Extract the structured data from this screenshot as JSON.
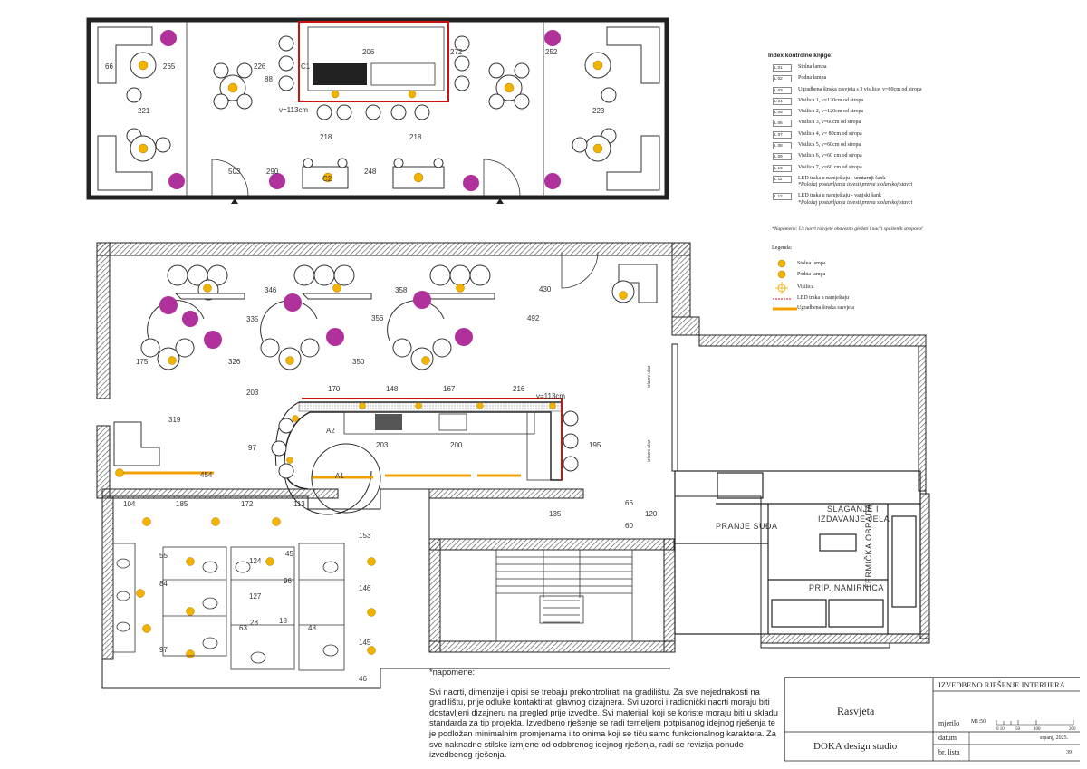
{
  "index": {
    "title": "Index kontrolne knjige:",
    "items": [
      {
        "code": "L 01",
        "text": "Stolna lampa"
      },
      {
        "code": "L 02",
        "text": "Podna lampa"
      },
      {
        "code": "L 03",
        "text": "Ugradbena šinska rasvjeta s 3 visilice, v=80cm od stropa"
      },
      {
        "code": "L 04",
        "text": "Visilica 1, v=120cm od stropa"
      },
      {
        "code": "L 05",
        "text": "Visilica 2, v=120cm od stropa"
      },
      {
        "code": "L 06",
        "text": "Visilica 3, v=60cm od stropa"
      },
      {
        "code": "L 07",
        "text": "Visilica 4, v= 80cm od stropa"
      },
      {
        "code": "L 08",
        "text": "Visilica 5, v=60cm od stropa"
      },
      {
        "code": "L 09",
        "text": "Visilica 6, v=60 cm od stropa"
      },
      {
        "code": "L 10",
        "text": "Visilica 7, v=60 cm od stropa"
      },
      {
        "code": "L 11",
        "text": "LED traka u namještaju - unutarnji šank",
        "note": "*Položaj postavljanja izvesti prema stolarskoj stavci"
      },
      {
        "code": "L 12",
        "text": "LED traka u namještaju - vanjski šank",
        "note": "*Položaj postavljanja izvesti prema stolarskoj stavci"
      }
    ],
    "napomena": "*Napomena: Uz nacrt rasvjete obavezno gledati i nacrt spuštenih stropova!"
  },
  "legend": {
    "title": "Legenda:",
    "items": [
      {
        "label": "Stolna lampa",
        "symbol": "table-lamp"
      },
      {
        "label": "Podna lampa",
        "symbol": "floor-lamp"
      },
      {
        "label": "Visilica",
        "symbol": "pendant"
      },
      {
        "label": "LED traka u namještaju",
        "symbol": "led-strip"
      },
      {
        "label": "Ugradbena šinska rasvjeta",
        "symbol": "track-light"
      }
    ]
  },
  "notes": {
    "title": "*napomene:",
    "body": "Svi nacrti, dimenzije i opisi se trebaju prekontrolirati na gradilištu. Za sve nejednakosti na gradilištu, prije odluke kontaktirati glavnog dizajnera. Svi uzorci i radionički nacrti moraju biti dostavljeni dizajneru na pregled prije izvedbe. Svi materijali koji se koriste moraju biti u skladu standarda za tip projekta. Izvedbeno rješenje se radi temeljem potpisanog idejnog rješenja te je podložan minimalnim promjenama i to onima koji se tiču samo funkcionalnog karaktera. Za sve naknadne stilske izmjene od odobrenog idejnog rješenja, radi se revizija ponude izvedbenog rješenja."
  },
  "title_block": {
    "project": "IZVEDBENO RJEŠENJE INTERIJERA",
    "sheet_name": "Rasvjeta",
    "studio": "DOKA design studio",
    "scale_label": "mjerilo",
    "scale_value": "M1:50",
    "scale_ticks": [
      "0 10",
      "50",
      "100",
      "200"
    ],
    "date_label": "datum",
    "date_value": "srpanj, 2025.",
    "sheet_no_label": "br. lista",
    "sheet_no_value": "39"
  },
  "plan": {
    "rooms": {
      "pranje_suda": "PRANJE SUĐA",
      "slaganje_1": "SLAGANJE I",
      "slaganje_2": "IZDAVANJE JELA",
      "termicka": "TERMIČKA OBRADA",
      "prip": "PRIP. NAMIRNICA",
      "izlazni_1": "izlazni ulaz",
      "izlazni_2": "izlazni ulaz"
    },
    "top_dims": [
      "66",
      "265",
      "226",
      "88",
      "206",
      "272",
      "252",
      "221",
      "223",
      "218",
      "218",
      "503",
      "290",
      "248",
      "v=113cm",
      "C1",
      "C2"
    ],
    "main_dims": [
      "346",
      "358",
      "430",
      "335",
      "356",
      "492",
      "175",
      "326",
      "350",
      "170",
      "148",
      "167",
      "216",
      "203",
      "319",
      "97",
      "203",
      "200",
      "195",
      "454",
      "104",
      "185",
      "172",
      "113",
      "135",
      "120",
      "66",
      "60",
      "153",
      "146",
      "145",
      "124",
      "127",
      "45",
      "96",
      "55",
      "84",
      "97",
      "63",
      "28",
      "18",
      "48",
      "46",
      "v=113cm",
      "A1",
      "A2"
    ]
  },
  "colors": {
    "lamp": "#f2b300",
    "pendant_pink": "#b0309c",
    "led_strip": "#f2a000",
    "accent_red": "#cc1111",
    "wall": "#222222"
  }
}
